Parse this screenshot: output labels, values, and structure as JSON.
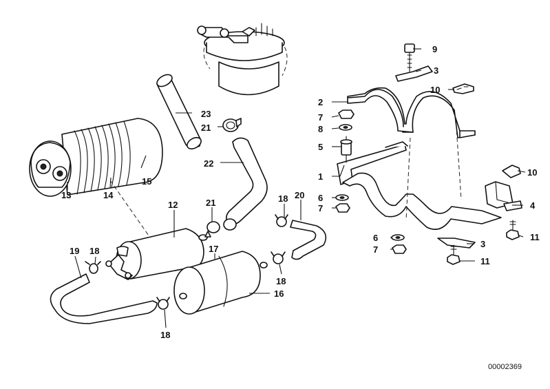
{
  "labels": {
    "p1": "1",
    "p2": "2",
    "p3a": "3",
    "p3b": "3",
    "p4": "4",
    "p5": "5",
    "p6a": "6",
    "p6b": "6",
    "p7a": "7",
    "p7b": "7",
    "p7c": "7",
    "p8": "8",
    "p9": "9",
    "p10a": "10",
    "p10b": "10",
    "p11a": "11",
    "p11b": "11",
    "p12": "12",
    "p13": "13",
    "p14": "14",
    "p15": "15",
    "p16": "16",
    "p17": "17",
    "p18a": "18",
    "p18b": "18",
    "p18c": "18",
    "p18d": "18",
    "p19": "19",
    "p20": "20",
    "p21a": "21",
    "p21b": "21",
    "p22": "22",
    "p23": "23"
  },
  "reference_number": "00002369"
}
